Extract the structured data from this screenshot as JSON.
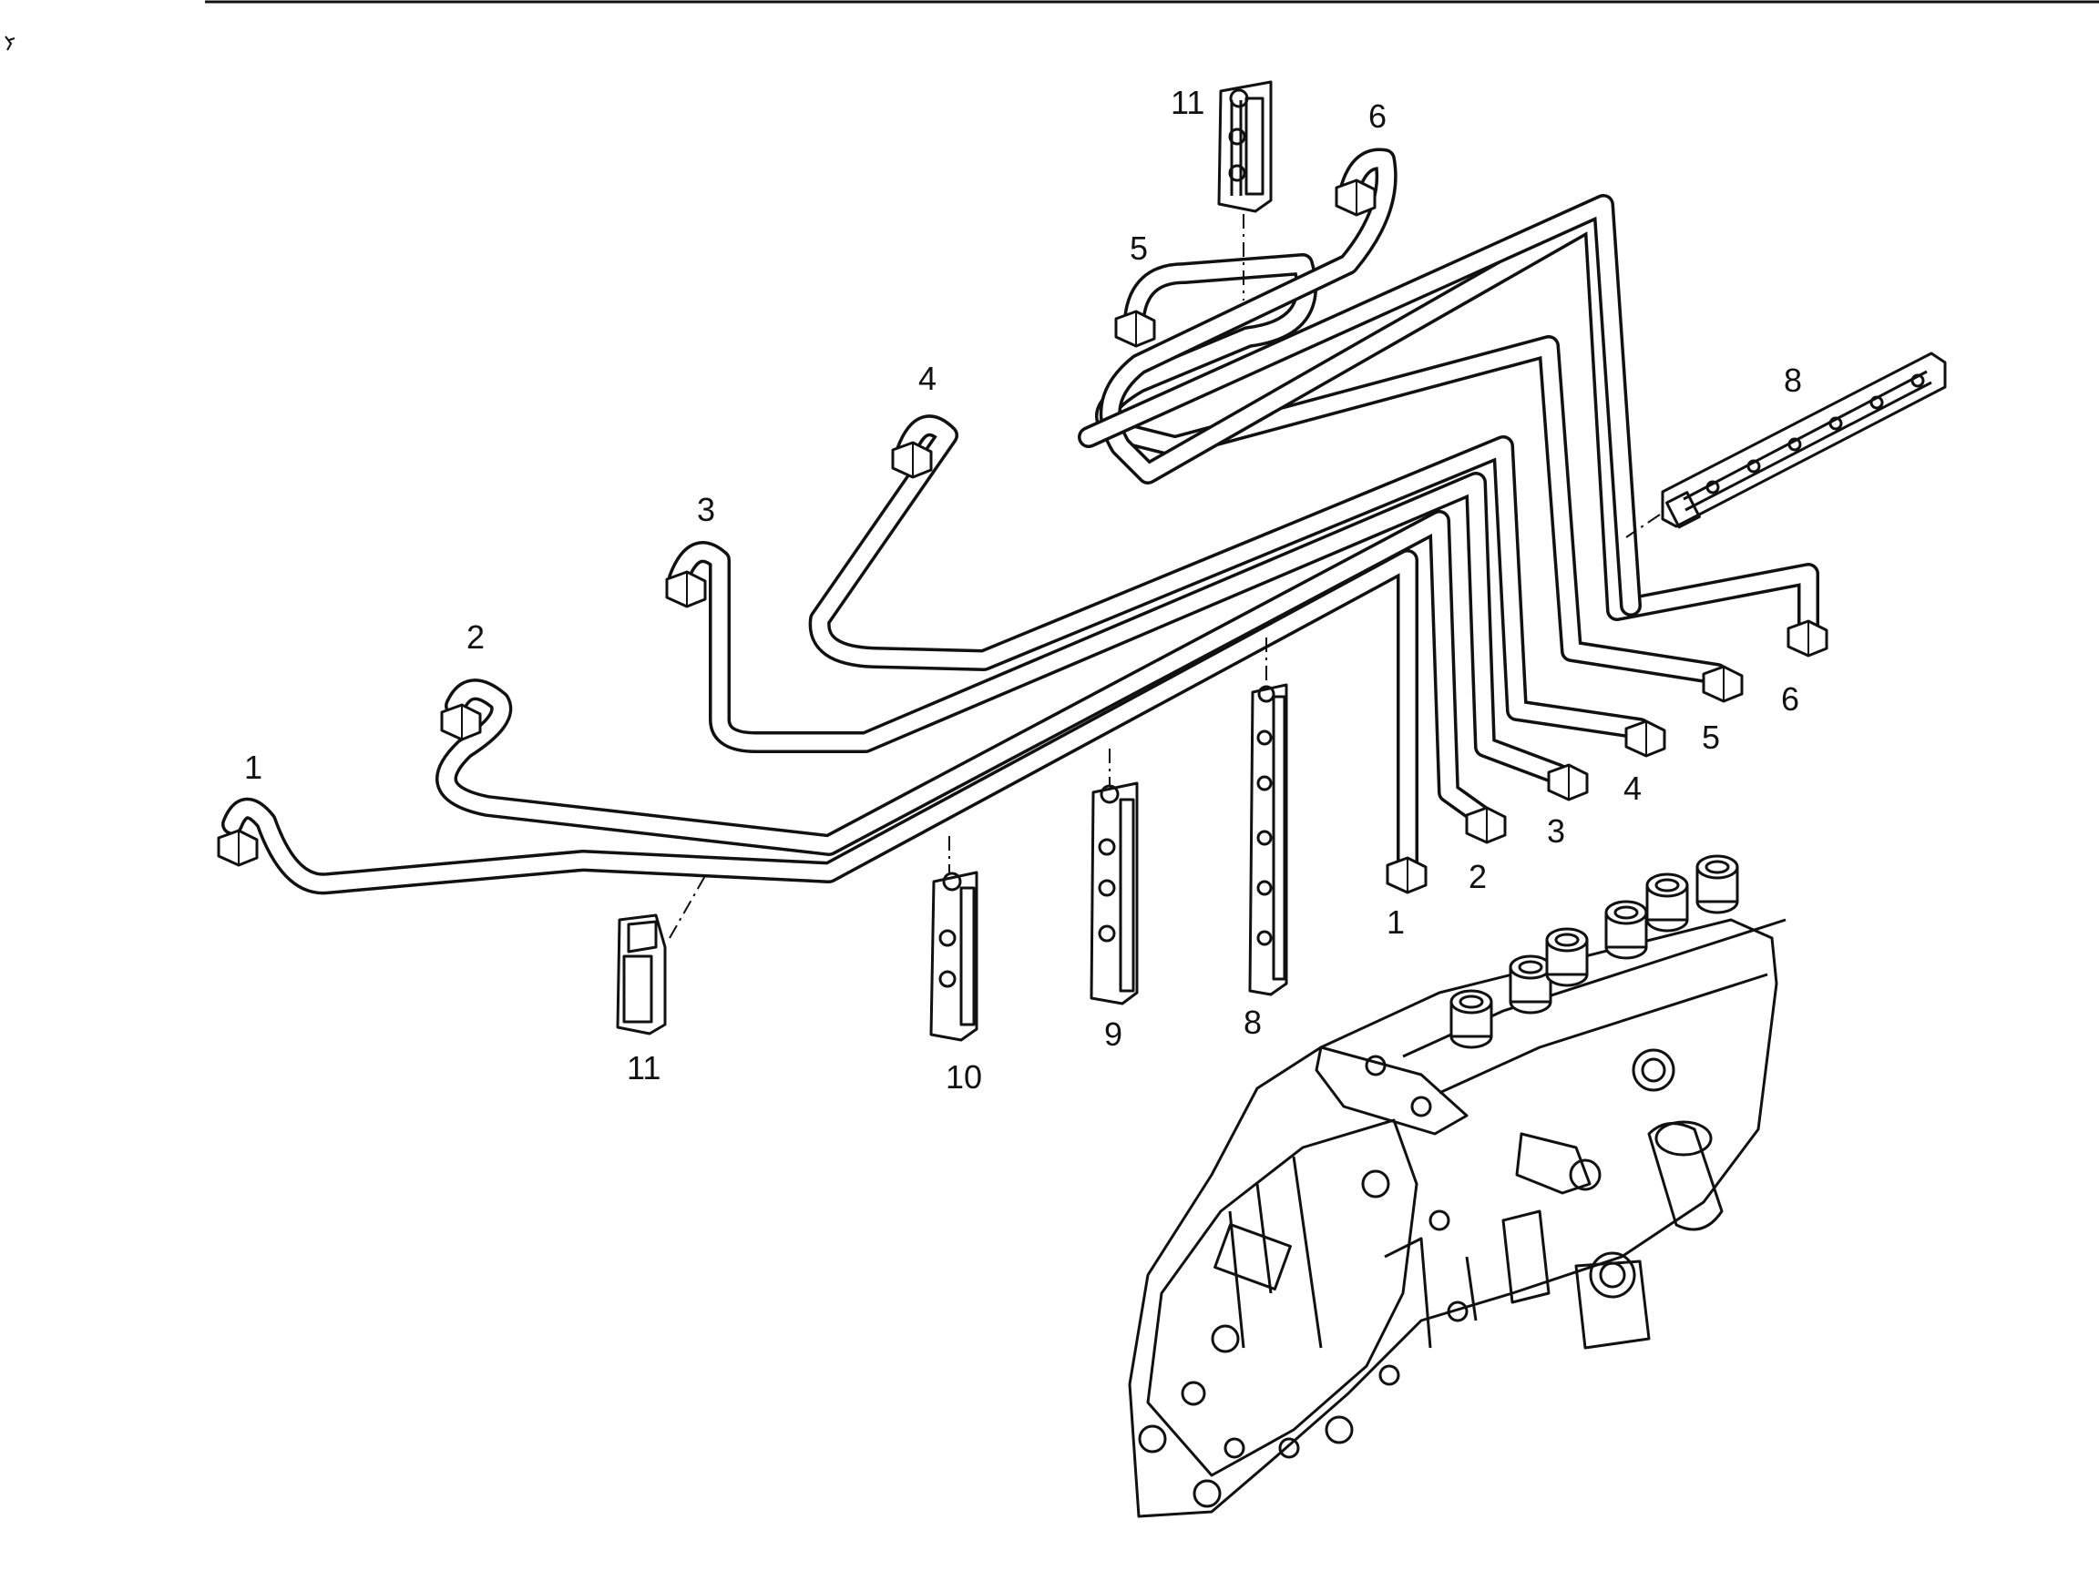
{
  "callouts": {
    "pipe_top": [
      "1",
      "2",
      "3",
      "4",
      "5",
      "6"
    ],
    "pipe_bottom": [
      "1",
      "2",
      "3",
      "4",
      "5",
      "6"
    ],
    "clip_top": "11",
    "rail": "8",
    "clip_long": "8",
    "clip_mid": "9",
    "clip_short": "10",
    "clip_small": "11"
  },
  "colors": {
    "ink": "#111111",
    "paper": "#ffffff"
  }
}
